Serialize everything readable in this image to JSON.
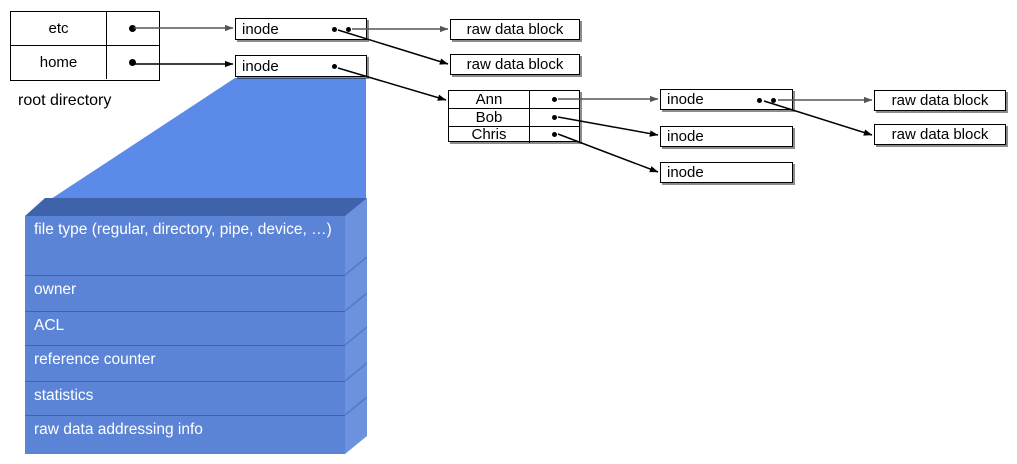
{
  "diagram": {
    "title": "Unix file system inode diagram",
    "colors": {
      "block_front": "#5b84d6",
      "block_top": "#3f63ab",
      "block_side": "#6c92de",
      "block_divider": "#3f63ab",
      "funnel": "#5b8ae8",
      "line": "#000000",
      "box_border": "#000000",
      "box_fill": "#ffffff",
      "text": "#000000",
      "block_text": "#ffffff"
    }
  },
  "root_directory": {
    "caption": "root directory",
    "rows": [
      {
        "name": "etc",
        "pointer_icon": "filled-dot"
      },
      {
        "name": "home",
        "pointer_icon": "filled-dot"
      }
    ]
  },
  "level1_inodes": [
    {
      "label": "inode",
      "pointers": 2
    },
    {
      "label": "inode",
      "pointers": 1
    }
  ],
  "level1_data_blocks": [
    {
      "label": "raw data block"
    },
    {
      "label": "raw data block"
    }
  ],
  "home_directory": {
    "rows": [
      {
        "name": "Ann",
        "pointer_icon": "filled-dot"
      },
      {
        "name": "Bob",
        "pointer_icon": "filled-dot"
      },
      {
        "name": "Chris",
        "pointer_icon": "filled-dot"
      }
    ]
  },
  "level2_inodes": [
    {
      "label": "inode",
      "pointers": 2
    },
    {
      "label": "inode",
      "pointers": 0
    },
    {
      "label": "inode",
      "pointers": 0
    }
  ],
  "level2_data_blocks": [
    {
      "label": "raw data block"
    },
    {
      "label": "raw data block"
    }
  ],
  "inode_detail": {
    "fields": [
      "file type (regular, directory, pipe, device, …)",
      "owner",
      "ACL",
      "reference counter",
      "statistics",
      "raw data addressing info"
    ]
  }
}
